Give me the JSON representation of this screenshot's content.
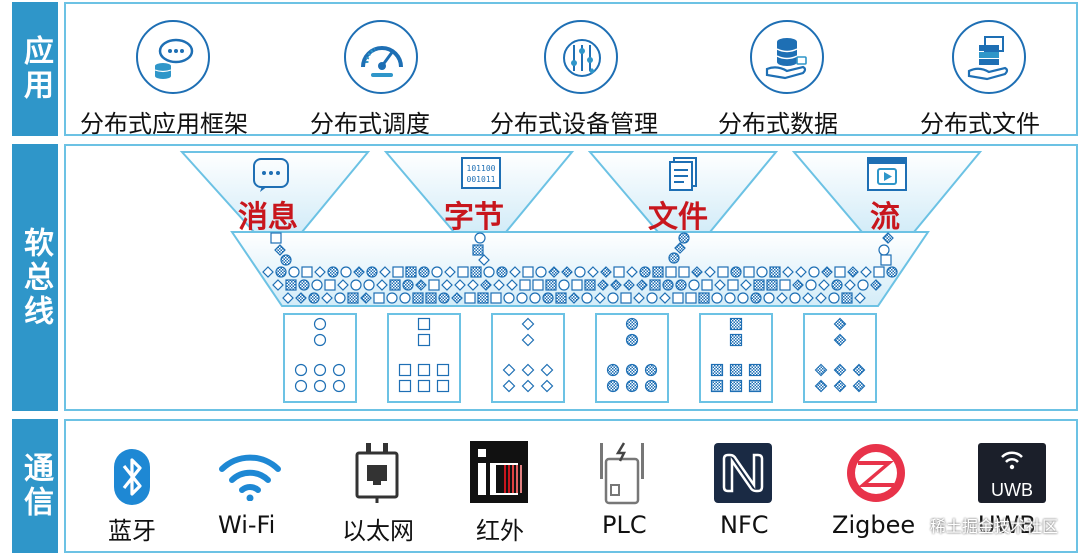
{
  "sections": {
    "app": "应用",
    "bus": "软总线",
    "comm": "通信"
  },
  "apps": [
    {
      "label": "分布式应用框架",
      "icon": "chat-database-icon"
    },
    {
      "label": "分布式调度",
      "icon": "speedometer-icon"
    },
    {
      "label": "分布式设备管理",
      "icon": "device-sliders-icon"
    },
    {
      "label": "分布式数据",
      "icon": "database-hand-icon"
    },
    {
      "label": "分布式文件",
      "icon": "file-hand-icon"
    }
  ],
  "bus": {
    "funnels": [
      {
        "label": "消息",
        "icon": "chat-bubble-icon"
      },
      {
        "label": "字节",
        "icon": "binary-icon",
        "icon_text": [
          "101100",
          "001011"
        ]
      },
      {
        "label": "文件",
        "icon": "document-icon"
      },
      {
        "label": "流",
        "icon": "video-stream-icon"
      }
    ]
  },
  "comms": [
    {
      "label": "蓝牙",
      "icon": "bluetooth-icon"
    },
    {
      "label": "Wi-Fi",
      "icon": "wifi-icon"
    },
    {
      "label": "以太网",
      "icon": "ethernet-icon"
    },
    {
      "label": "红外",
      "icon": "infrared-icon"
    },
    {
      "label": "PLC",
      "icon": "plc-icon"
    },
    {
      "label": "NFC",
      "icon": "nfc-icon"
    },
    {
      "label": "Zigbee",
      "icon": "zigbee-icon"
    },
    {
      "label": "UWB",
      "icon": "uwb-icon",
      "icon_text": "UWB"
    }
  ],
  "watermark": "稀土掘金技术社区",
  "colors": {
    "accent": "#2f96c9",
    "border": "#6cc2e4",
    "bus_text": "#c8161d",
    "icon_blue": "#1e6fb4"
  }
}
